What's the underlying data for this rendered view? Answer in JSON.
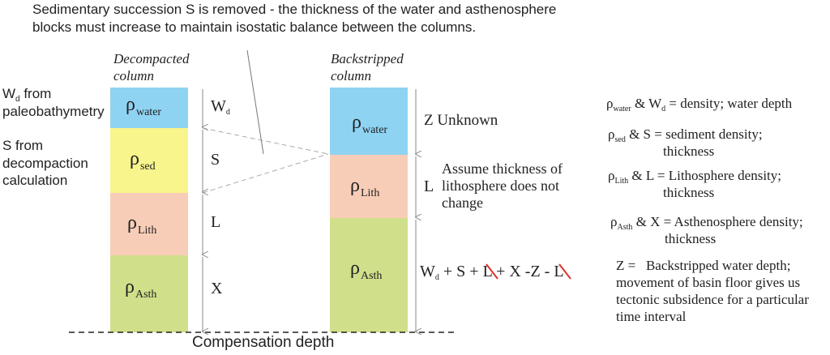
{
  "header": {
    "line1": "Sedimentary succession S is removed - the thickness of the water and asthenosphere",
    "line2": "blocks must increase to maintain isostatic balance between the columns."
  },
  "left_column": {
    "title1": "Decompacted",
    "title2": "column",
    "note_wd_symbol": "W",
    "note_wd_sub": "d",
    "note_wd_rest": " from",
    "note_wd_line2": "paleobathymetry",
    "note_s_line1": "S from",
    "note_s_line2": "decompaction",
    "note_s_line3": "calculation",
    "blocks": [
      {
        "sym": "ρ",
        "sub": "water",
        "color": "#8fd3f3"
      },
      {
        "sym": "ρ",
        "sub": "sed",
        "color": "#f8f58c"
      },
      {
        "sym": "ρ",
        "sub": "Lith",
        "color": "#f8cdb8"
      },
      {
        "sym": "ρ",
        "sub": "Asth",
        "color": "#d0df8a"
      }
    ],
    "labels": {
      "wd_sym": "W",
      "wd_sub": "d",
      "s": "S",
      "l": "L",
      "x": "X"
    }
  },
  "right_column": {
    "title1": "Backstripped",
    "title2": "column",
    "blocks": [
      {
        "sym": "ρ",
        "sub": "water",
        "color": "#8fd3f3"
      },
      {
        "sym": "ρ",
        "sub": "Lith",
        "color": "#f8cdb8"
      },
      {
        "sym": "ρ",
        "sub": "Asth",
        "color": "#d0df8a"
      }
    ],
    "z_label": "Z  Unknown",
    "l_label": "L",
    "assume_line1": "Assume thickness of",
    "assume_line2": "lithosphere does not",
    "assume_line3": "change",
    "eq_w": "W",
    "eq_sub": "d",
    "eq_p1": " + S + ",
    "eq_l1": "L",
    "eq_p2": " + X -Z - ",
    "eq_l2": "L"
  },
  "compensation_depth": "Compensation depth",
  "legend": {
    "r1_sym": "ρ",
    "r1_sub": "water",
    "r1_mid": " & W",
    "r1_sub2": "d",
    "r1_text": " = density; water depth",
    "r2_sym": "ρ",
    "r2_sub": "sed",
    "r2_text": " & S = sediment density;",
    "r2_line2": "thickness",
    "r3_sym": "ρ",
    "r3_sub": "Lith",
    "r3_text": " & L = Lithosphere density;",
    "r3_line2": "thickness",
    "r4_sym": "ρ",
    "r4_sub": "Asth",
    "r4_text": " & X = Asthenosphere density;",
    "r4_line2": "thickness",
    "z_line1": "Z =   Backstripped water depth;",
    "z_line2": "movement of basin floor gives us",
    "z_line3": "tectonic subsidence for a particular",
    "z_line4": "time interval"
  },
  "colors": {
    "strike": "#e0302a",
    "line": "#888888"
  }
}
